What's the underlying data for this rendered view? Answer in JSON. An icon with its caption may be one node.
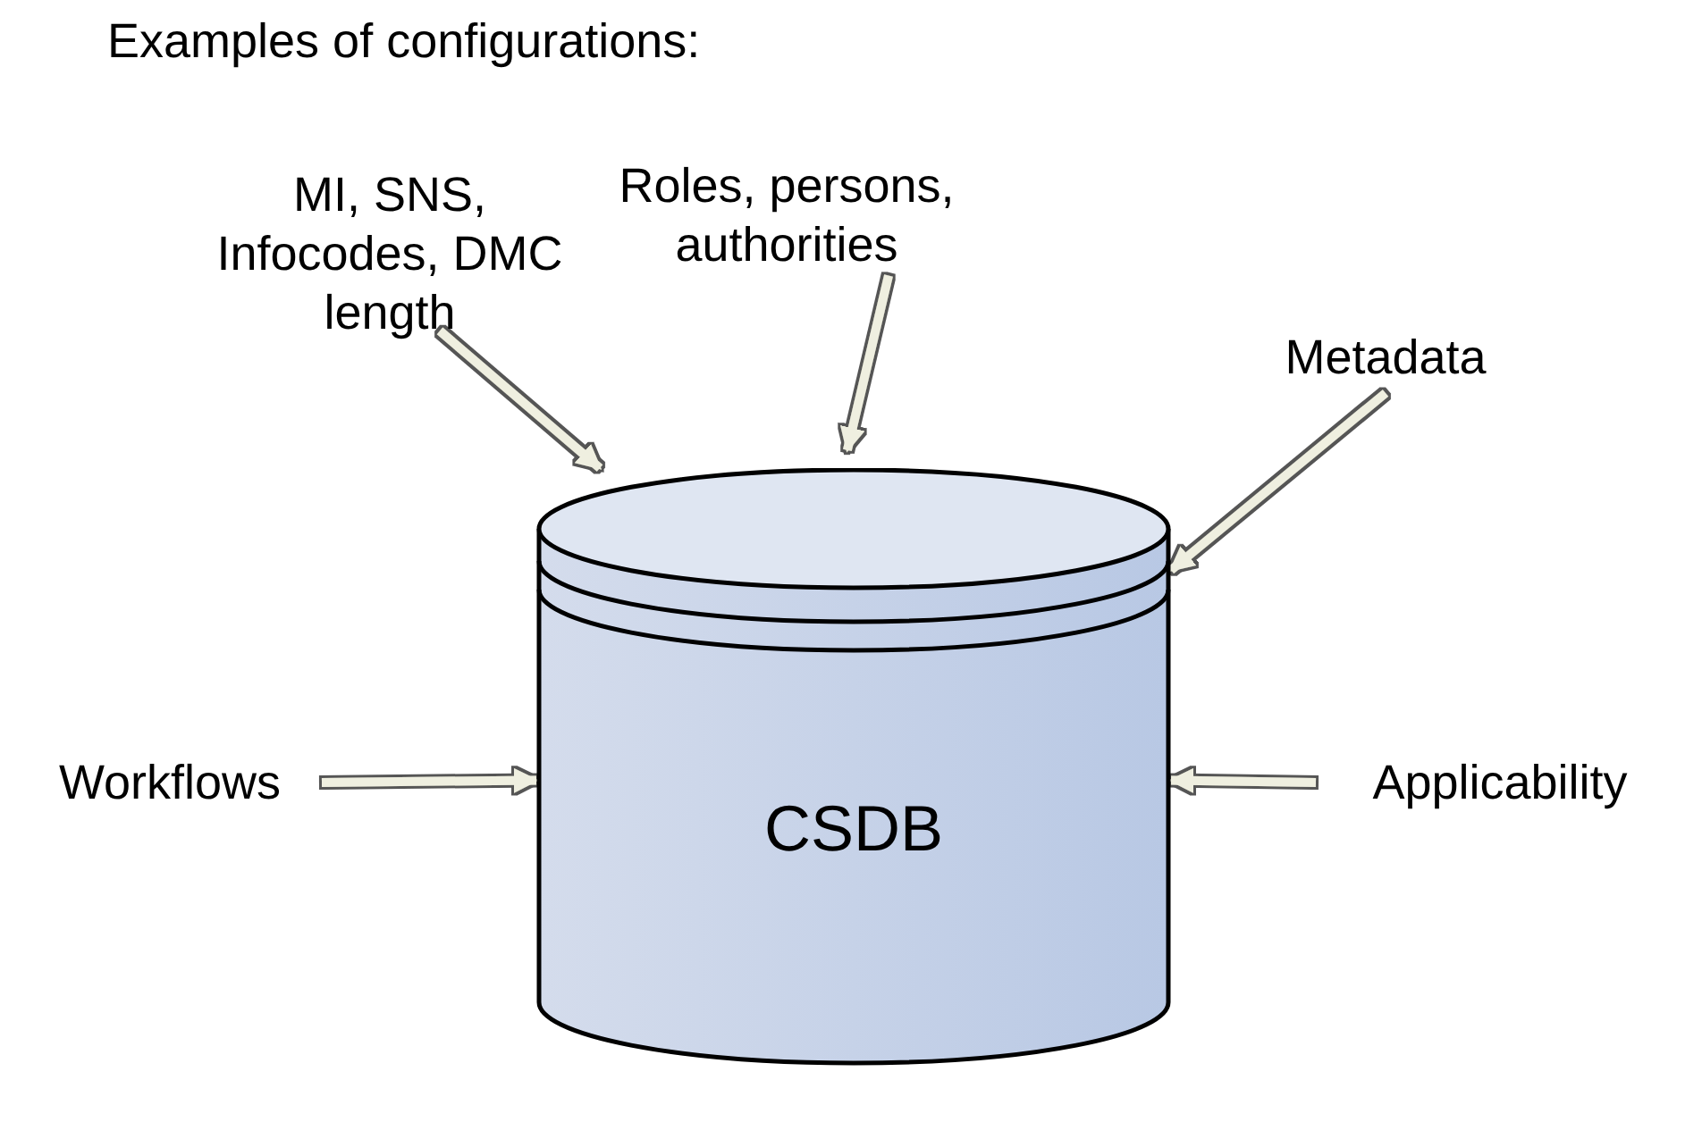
{
  "diagram": {
    "title": "Examples of configurations:",
    "nodes": [
      {
        "text": [
          "MI, SNS, Infocodes, DMC length"
        ]
      },
      {
        "text": [
          "Roles, persons, authorities"
        ]
      },
      {
        "text": [
          "Metadata"
        ]
      },
      {
        "text": [
          "Workflows"
        ]
      },
      {
        "text": [
          "Applicability"
        ]
      },
      {
        "text": [
          "CSDB"
        ]
      }
    ],
    "edges": [
      {
        "from": 0,
        "to": 5,
        "arrow": "to"
      },
      {
        "from": 1,
        "to": 5,
        "arrow": "to"
      },
      {
        "from": 2,
        "to": 5,
        "arrow": "to"
      },
      {
        "from": 3,
        "to": 5,
        "arrow": "to"
      },
      {
        "from": 4,
        "to": 5,
        "arrow": "to"
      }
    ]
  }
}
